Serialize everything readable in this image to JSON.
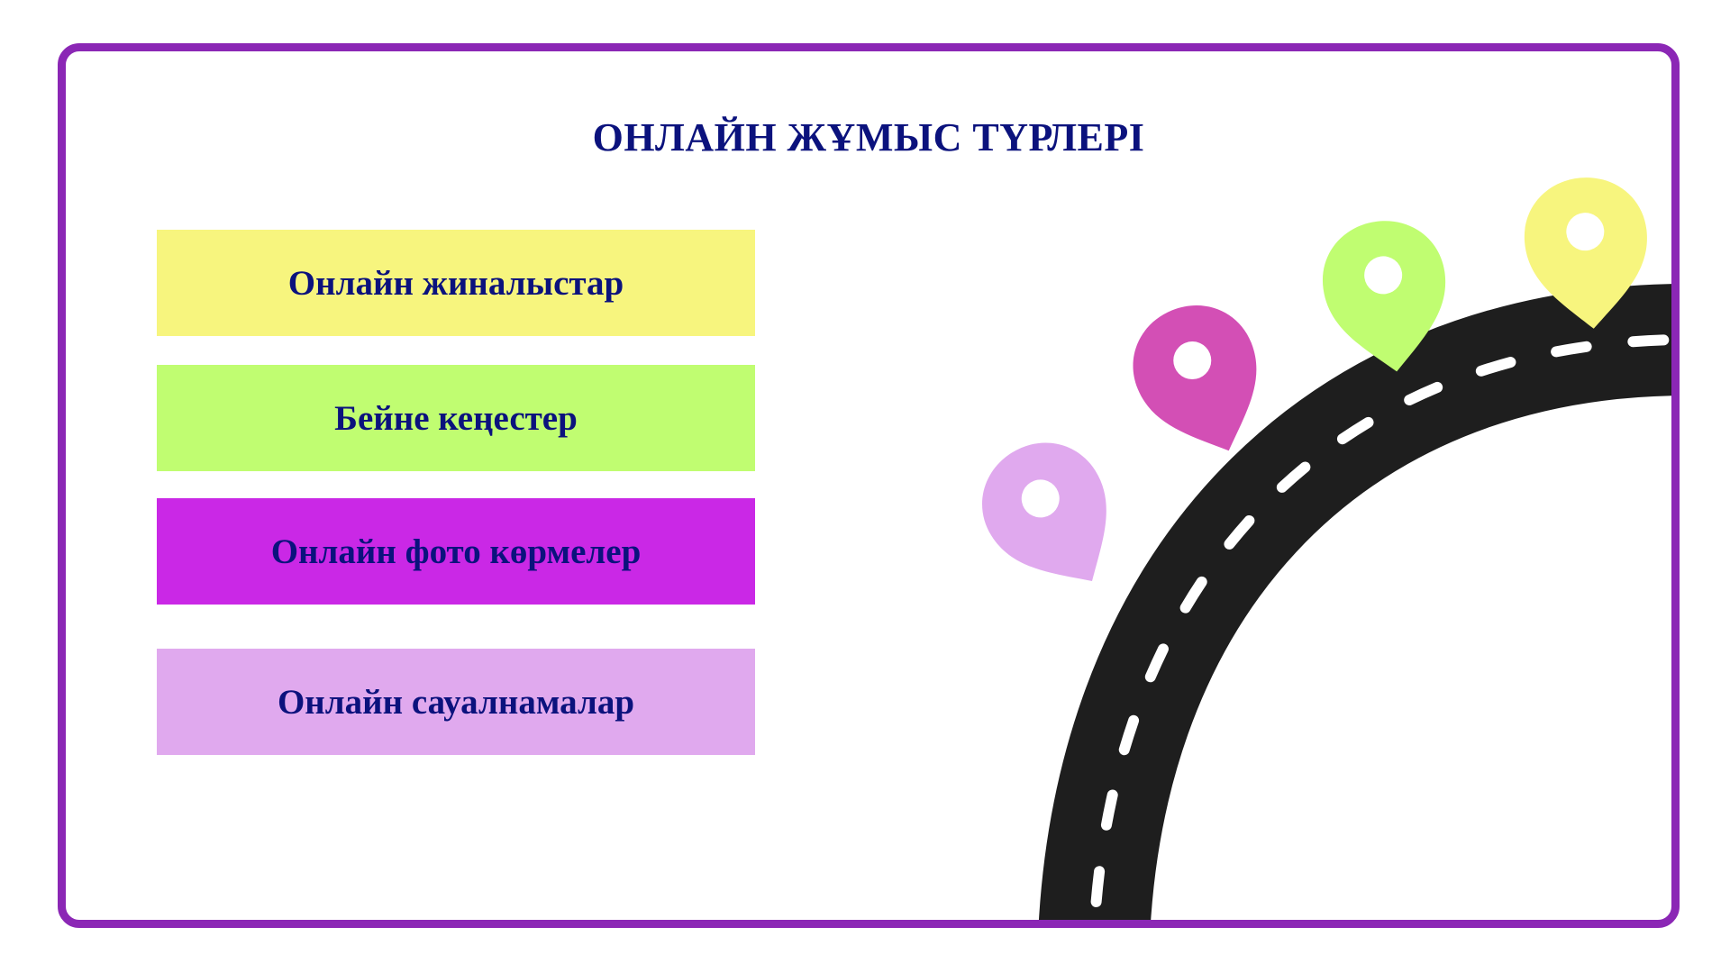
{
  "slide": {
    "title": "ОНЛАЙН ЖҰМЫС ТҮРЛЕРІ",
    "items": [
      {
        "label": "Онлайн жиналыстар",
        "color": "#f7f57e"
      },
      {
        "label": "Бейне кеңестер",
        "color": "#c0fd71"
      },
      {
        "label": "Онлайн фото көрмелер",
        "color": "#ca28e6"
      },
      {
        "label": "Онлайн сауалнамалар",
        "color": "#e0a9ee"
      }
    ]
  },
  "colors": {
    "frame": "#8b27b5",
    "title_text": "#0b127d",
    "road": "#1e1e1e",
    "road_markings": "#ffffff"
  },
  "decoration": {
    "road": "curved-road-illustration",
    "pins": [
      {
        "icon": "map-pin-icon",
        "color": "#e0a9ee"
      },
      {
        "icon": "map-pin-icon",
        "color": "#d34fb5"
      },
      {
        "icon": "map-pin-icon",
        "color": "#c0fd71"
      },
      {
        "icon": "map-pin-icon",
        "color": "#f7f57e"
      }
    ]
  }
}
